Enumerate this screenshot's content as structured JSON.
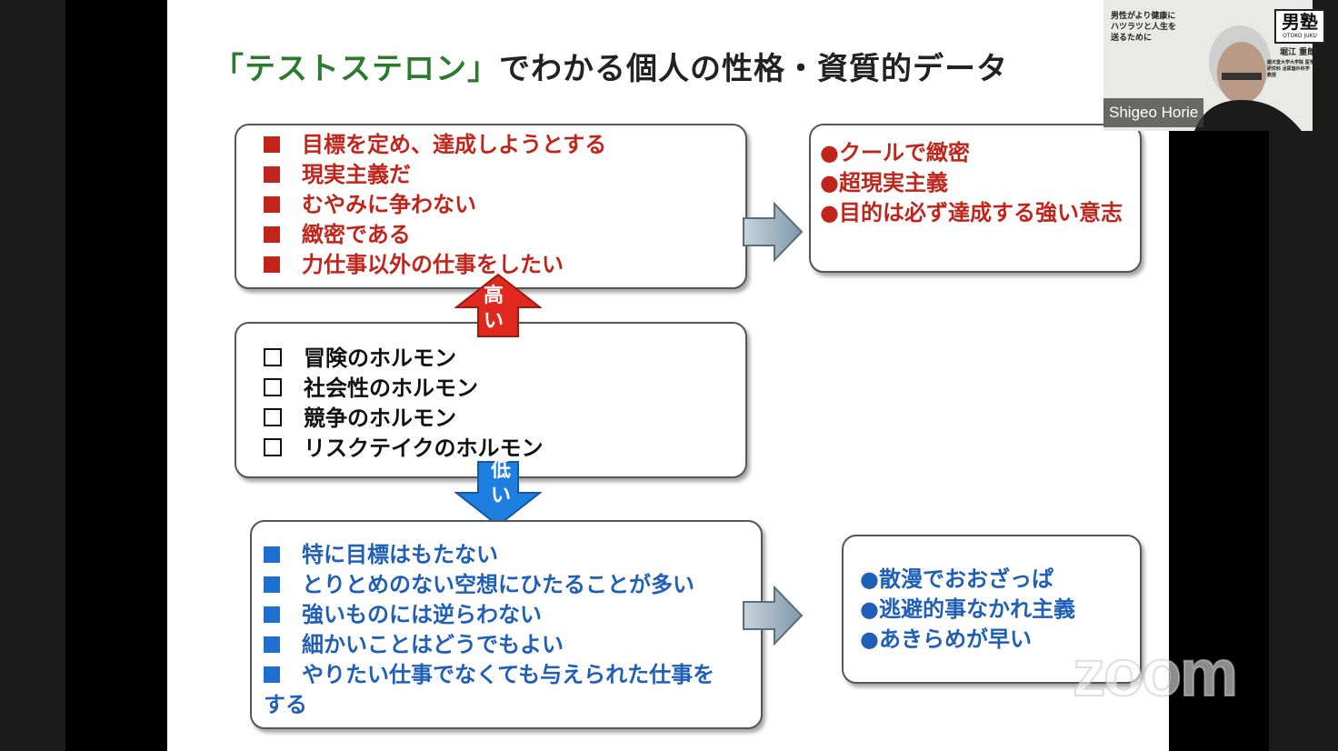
{
  "slide": {
    "title_quote_part": "「テストステロン」",
    "title_rest": "でわかる個人の性格・資質的データ",
    "high_box": {
      "items": [
        "目標を定め、達成しようとする",
        "現実主義だ",
        "むやみに争わない",
        "緻密である",
        "力仕事以外の仕事をしたい"
      ]
    },
    "high_result": {
      "items": [
        "●クールで緻密",
        "●超現実主義",
        "●目的は必ず達成する強い意志"
      ]
    },
    "middle_box": {
      "items": [
        "冒険のホルモン",
        "社会性のホルモン",
        "競争のホルモン",
        "リスクテイクのホルモン"
      ]
    },
    "arrow_up_label": "高い",
    "arrow_down_label": "低い",
    "low_box": {
      "items": [
        "特に目標はもたない",
        "とりとめのない空想にひたることが多い",
        "強いものには逆らわない",
        "細かいことはどうでもよい",
        "やりたい仕事でなくても与えられた仕事をする"
      ]
    },
    "low_result": {
      "items": [
        "●散漫でおおざっぱ",
        "●逃避的事なかれ主義",
        "●あきらめが早い"
      ]
    },
    "colors": {
      "red": "#c0251b",
      "blue": "#1f5fb8",
      "title_green": "#2c7a2e"
    }
  },
  "video": {
    "participant_name": "Shigeo Horie",
    "banner_text": "男性がより健康にハツラツと人生を送るために",
    "logo_text": "男塾",
    "logo_subtext": "OTOKO JUKU",
    "presenter_label": "堀江 重郎",
    "presenter_affiliation": "順天堂大学大学院 医学研究科 泌尿器外科学 教授"
  },
  "watermark": "zoom"
}
